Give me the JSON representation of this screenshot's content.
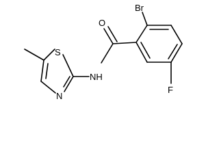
{
  "molecule": {
    "atoms": {
      "br": "Br",
      "o": "O",
      "f": "F",
      "s": "S",
      "n_ring": "N",
      "nh": "NH"
    }
  },
  "colors": {
    "stroke": "#000000",
    "background": "#ffffff"
  }
}
